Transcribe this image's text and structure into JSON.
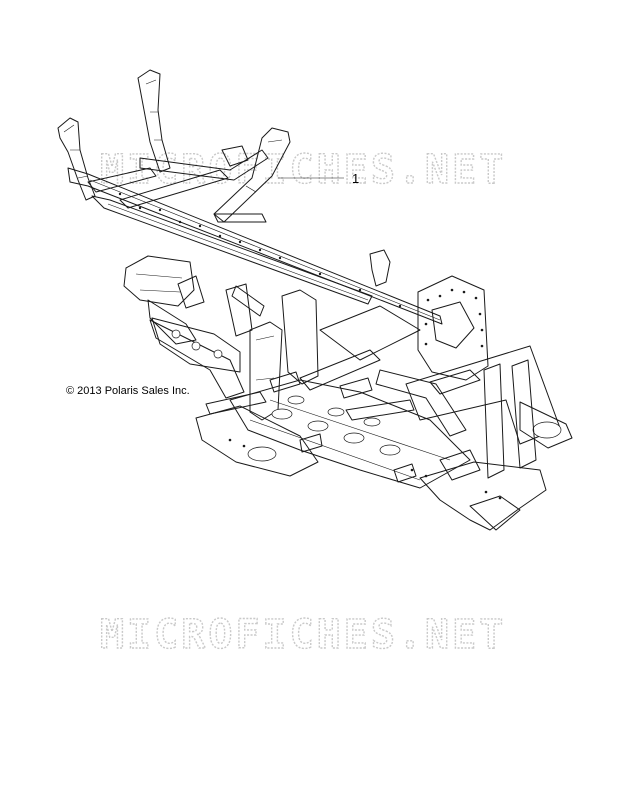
{
  "diagram": {
    "callouts": [
      {
        "number": "1"
      }
    ],
    "copyright": "© 2013 Polaris Sales Inc.",
    "watermarks": [
      "MICROFICHES.NET",
      "MICROFICHES.NET"
    ]
  }
}
